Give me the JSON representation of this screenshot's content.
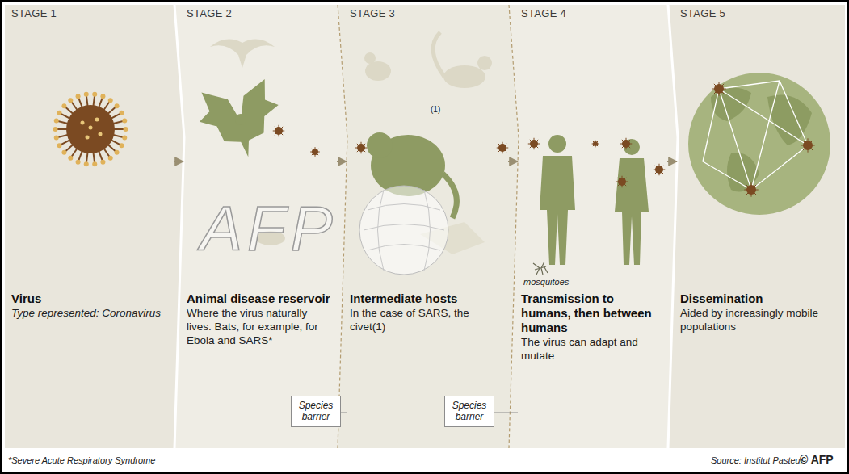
{
  "diagram": {
    "nodes": [
      {
        "text": [
          "STAGE 1",
          "Virus",
          "Type represented: Coronavirus"
        ]
      },
      {
        "text": [
          "STAGE 2",
          "Animal disease reservoir",
          "Where the virus naturally lives. Bats, for example, for Ebola and SARS*"
        ]
      },
      {
        "text": [
          "STAGE 3",
          "Intermediate hosts",
          "In the case of SARS, the civet(1)"
        ]
      },
      {
        "text": [
          "STAGE 4",
          "Transmission to humans, then between humans",
          "The virus can adapt and mutate"
        ]
      },
      {
        "text": [
          "STAGE 5",
          "Dissemination",
          "Aided by increasingly mobile populations"
        ]
      },
      {
        "text": [
          "Species barrier"
        ]
      },
      {
        "text": [
          "Species barrier"
        ]
      }
    ],
    "edges": [
      {
        "from": 0,
        "to": 1,
        "arrow": "to"
      },
      {
        "from": 1,
        "to": 2,
        "arrow": "to"
      },
      {
        "from": 2,
        "to": 3,
        "arrow": "to"
      },
      {
        "from": 3,
        "to": 4,
        "arrow": "to"
      }
    ],
    "labels": [
      "(1)",
      "mosquitoes",
      "AFP",
      "*Severe Acute Respiratory Syndrome",
      "Source: Institut Pasteur",
      "© AFP"
    ]
  }
}
